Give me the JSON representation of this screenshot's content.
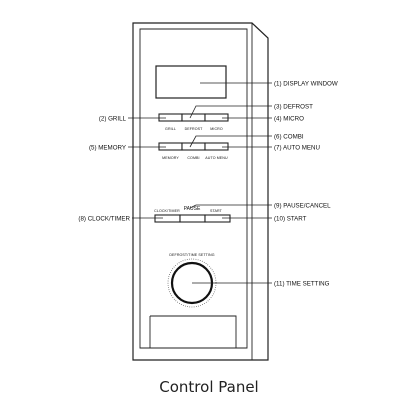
{
  "labels": {
    "display_window": "(1) DISPLAY WINDOW",
    "grill": "(2) GRILL",
    "defrost": "(3) DEFROST",
    "micro": "(4) MICRO",
    "memory": "(5) MEMORY",
    "combi": "(6) COMBI",
    "auto_menu": "(7) AUTO MENU",
    "clock_timer": "(8) CLOCK/TIMER",
    "pause_cancel": "(9) PAUSE/CANCEL",
    "start": "(10) START",
    "time_setting": "(11) TIME SETTING"
  },
  "panel_text": {
    "btn_grill": "GRILL",
    "btn_defrost": "DEFROST",
    "btn_micro": "MICRO",
    "btn_memory": "MEMORY",
    "btn_combi": "COMBI",
    "btn_auto_menu": "AUTO MENU",
    "btn_clock_timer": "CLOCK/TIMER",
    "btn_pause": "PAUSE",
    "btn_start": "START",
    "dial_label": "DEFROST/TIME SETTING"
  },
  "caption": "Control Panel"
}
